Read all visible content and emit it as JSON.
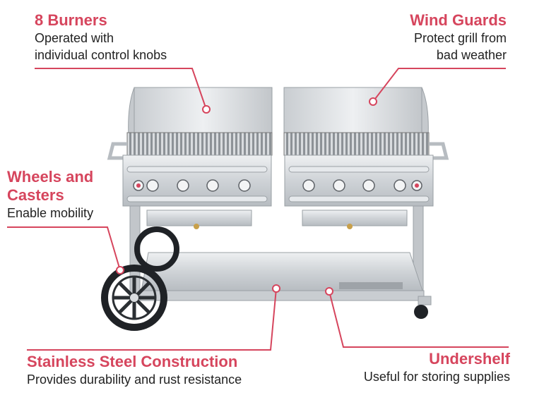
{
  "accent_color": "#d6455d",
  "callouts": {
    "burners": {
      "title": "8 Burners",
      "line1": "Operated with",
      "line2": "individual control knobs"
    },
    "wind_guards": {
      "title": "Wind Guards",
      "line1": "Protect grill from",
      "line2": "bad weather"
    },
    "wheels": {
      "title_line1": "Wheels and",
      "title_line2": "Casters",
      "line1": "Enable mobility"
    },
    "stainless": {
      "title": "Stainless Steel Construction",
      "line1": "Provides durability and rust resistance"
    },
    "undershelf": {
      "title": "Undershelf",
      "line1": "Useful for storing supplies"
    }
  },
  "icons": {
    "grill": "grill-product-image",
    "markers": "callout-dot-marker"
  }
}
